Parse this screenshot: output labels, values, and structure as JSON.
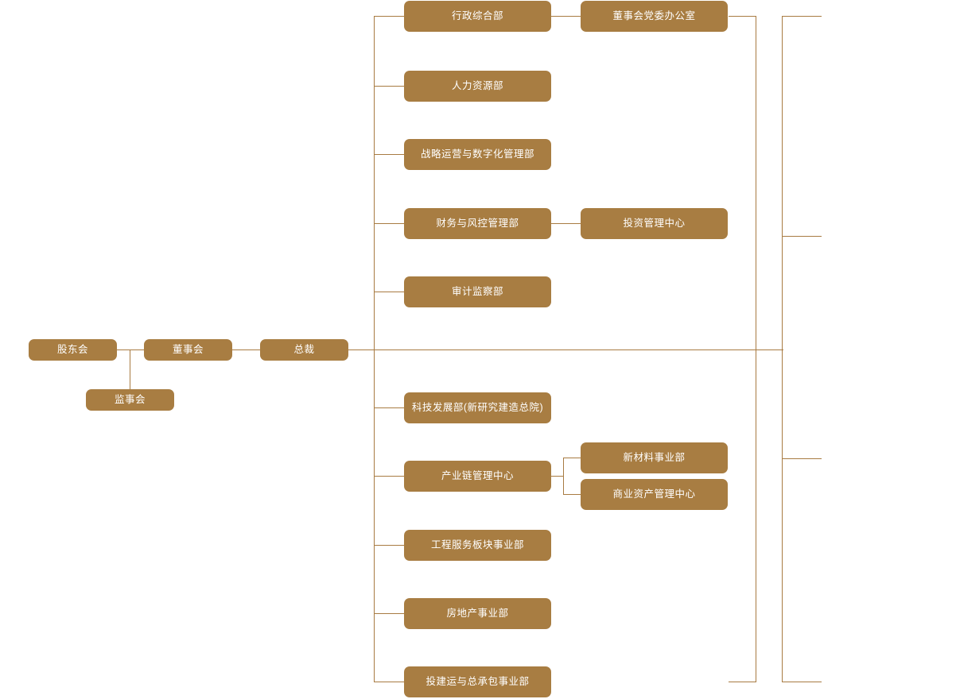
{
  "chart": {
    "title": "",
    "type": "org-chart",
    "accent_color": "#a87d42",
    "line_color": "#a87b42",
    "text_color": "#ffffff",
    "background": "#ffffff"
  },
  "governance": {
    "shareholders_meeting": "股东会",
    "board_of_directors": "董事会",
    "supervisory_board": "监事会",
    "president": "总裁"
  },
  "functional_departments": [
    {
      "label": "行政综合部"
    },
    {
      "label": "人力资源部"
    },
    {
      "label": "战略运营与数字化管理部"
    },
    {
      "label": "财务与风控管理部"
    },
    {
      "label": "审计监察部"
    }
  ],
  "functional_sub_units": [
    {
      "label": "董事会党委办公室",
      "parent": "行政综合部"
    },
    {
      "label": "投资管理中心",
      "parent": "财务与风控管理部"
    }
  ],
  "business_divisions": [
    {
      "label": "科技发展部(新研究建造总院)"
    },
    {
      "label": "产业链管理中心"
    },
    {
      "label": "工程服务板块事业部"
    },
    {
      "label": "房地产事业部"
    },
    {
      "label": "投建运与总承包事业部"
    }
  ],
  "business_sub_units": [
    {
      "label": "新材料事业部",
      "parent": "产业链管理中心"
    },
    {
      "label": "商业资产管理中心",
      "parent": "产业链管理中心"
    }
  ]
}
